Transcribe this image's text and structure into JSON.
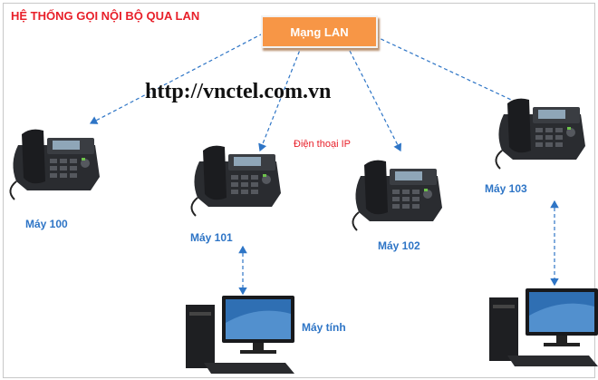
{
  "title": "HỆ THỐNG GỌI NỘI BỘ QUA LAN",
  "lan_label": "Mạng LAN",
  "url": "http://vnctel.com.vn",
  "ip_phone_label": "Điện thoại IP",
  "phones": [
    {
      "label": "Máy 100"
    },
    {
      "label": "Máy 101"
    },
    {
      "label": "Máy 102"
    },
    {
      "label": "Máy 103"
    }
  ],
  "computer_label": "Máy tính",
  "colors": {
    "title": "#e8202a",
    "lan": "#f79646",
    "labels": "#2e75c6",
    "lines": "#2e75c6"
  }
}
